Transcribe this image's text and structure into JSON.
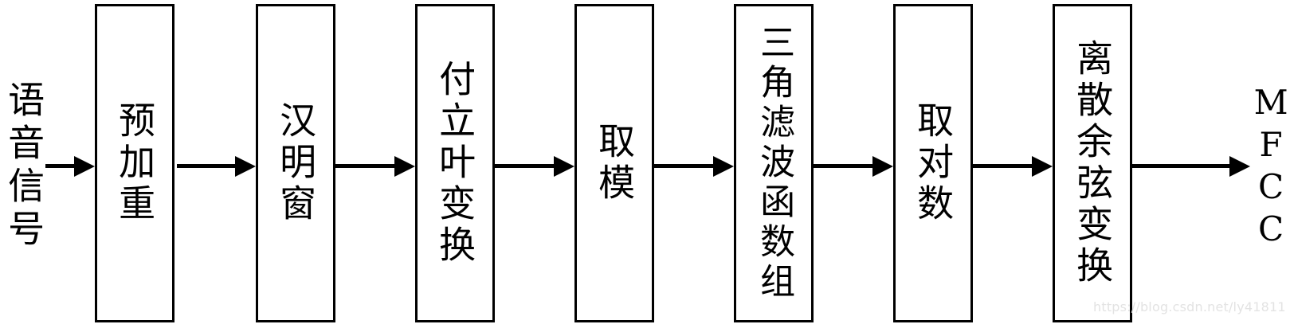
{
  "diagram": {
    "title": "MFCC feature extraction flowchart",
    "type": "linear-process-flow",
    "background_color": "#ffffff",
    "stroke_color": "#000000",
    "input_label": "语音信号",
    "output_label": "MFCC",
    "watermark": "https://blog.csdn.net/ly41811",
    "steps": [
      {
        "id": "pre-emphasis",
        "label": "预加重"
      },
      {
        "id": "hamming-window",
        "label": "汉明窗"
      },
      {
        "id": "fourier-transform",
        "label": "付立叶变换"
      },
      {
        "id": "magnitude",
        "label": "取模"
      },
      {
        "id": "triangular-filters",
        "label": "三角滤波函数组"
      },
      {
        "id": "logarithm",
        "label": "取对数"
      },
      {
        "id": "dct",
        "label": "离散余弦变换"
      }
    ],
    "arrows": [
      {
        "id": "arrow-in-to-1",
        "from": "语音信号",
        "to": "预加重"
      },
      {
        "id": "arrow-1-to-2",
        "from": "预加重",
        "to": "汉明窗"
      },
      {
        "id": "arrow-2-to-3",
        "from": "汉明窗",
        "to": "付立叶变换"
      },
      {
        "id": "arrow-3-to-4",
        "from": "付立叶变换",
        "to": "取模"
      },
      {
        "id": "arrow-4-to-5",
        "from": "取模",
        "to": "三角滤波函数组"
      },
      {
        "id": "arrow-5-to-6",
        "from": "三角滤波函数组",
        "to": "取对数"
      },
      {
        "id": "arrow-6-to-7",
        "from": "取对数",
        "to": "离散余弦变换"
      },
      {
        "id": "arrow-7-to-out",
        "from": "离散余弦变换",
        "to": "MFCC"
      }
    ]
  }
}
